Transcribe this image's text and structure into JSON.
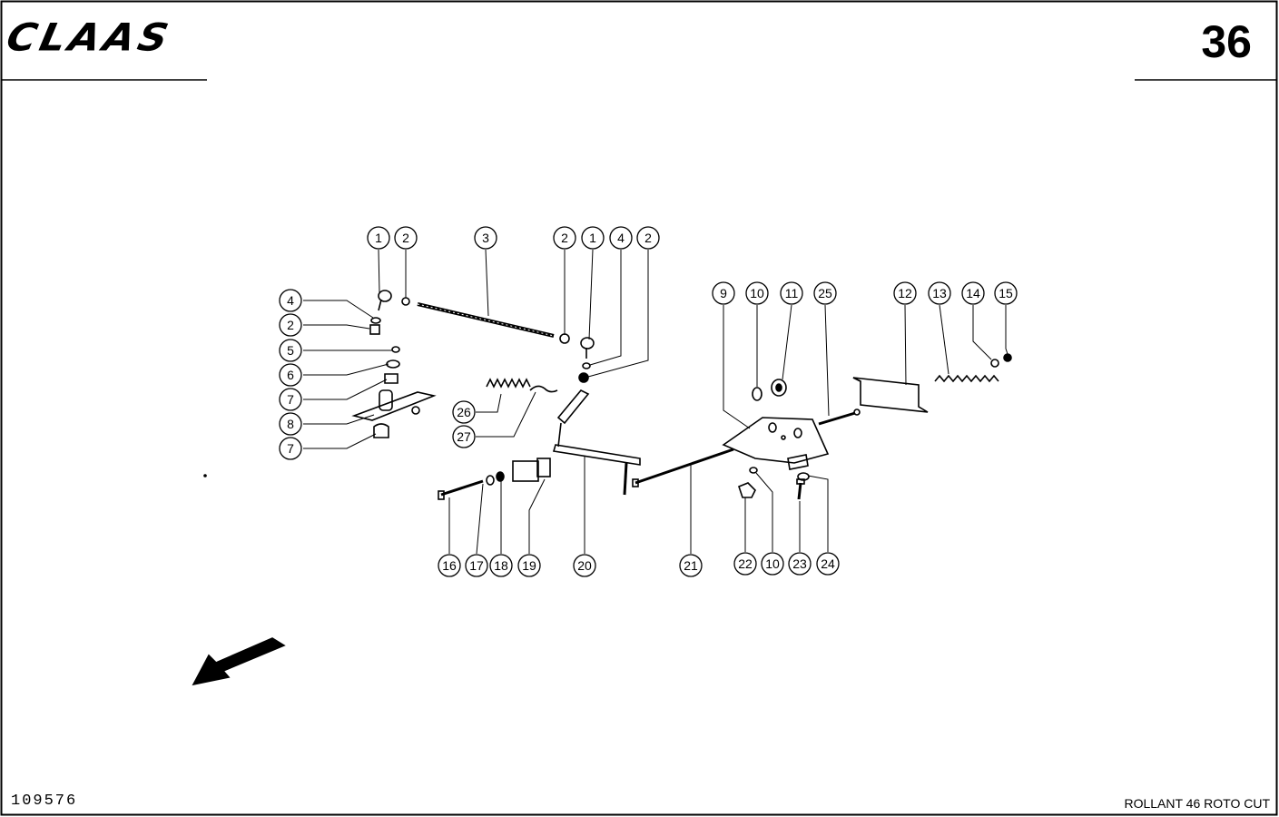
{
  "header": {
    "brand": "CLAAS",
    "page_number": "36"
  },
  "footer": {
    "doc_number": "109576",
    "model": "ROLLANT 46 ROTO CUT"
  },
  "callouts": [
    "1",
    "2",
    "3",
    "2",
    "1",
    "4",
    "2",
    "4",
    "2",
    "5",
    "6",
    "7",
    "8",
    "7",
    "26",
    "27",
    "9",
    "10",
    "11",
    "25",
    "12",
    "13",
    "14",
    "15",
    "16",
    "17",
    "18",
    "19",
    "20",
    "21",
    "22",
    "10",
    "23",
    "24"
  ],
  "icons": {
    "direction_arrow": "arrow-down-left-icon"
  }
}
